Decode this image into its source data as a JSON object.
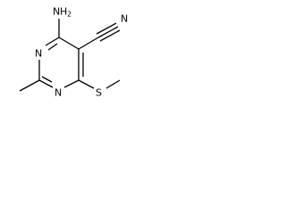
{
  "molecule": {
    "atoms": {
      "amino_n": "N",
      "amino_h": "H",
      "amino_h_count": "2",
      "ring_n_left": "N",
      "ring_n_bottom": "N",
      "nitrile_n": "N",
      "sulfur": "S"
    }
  }
}
